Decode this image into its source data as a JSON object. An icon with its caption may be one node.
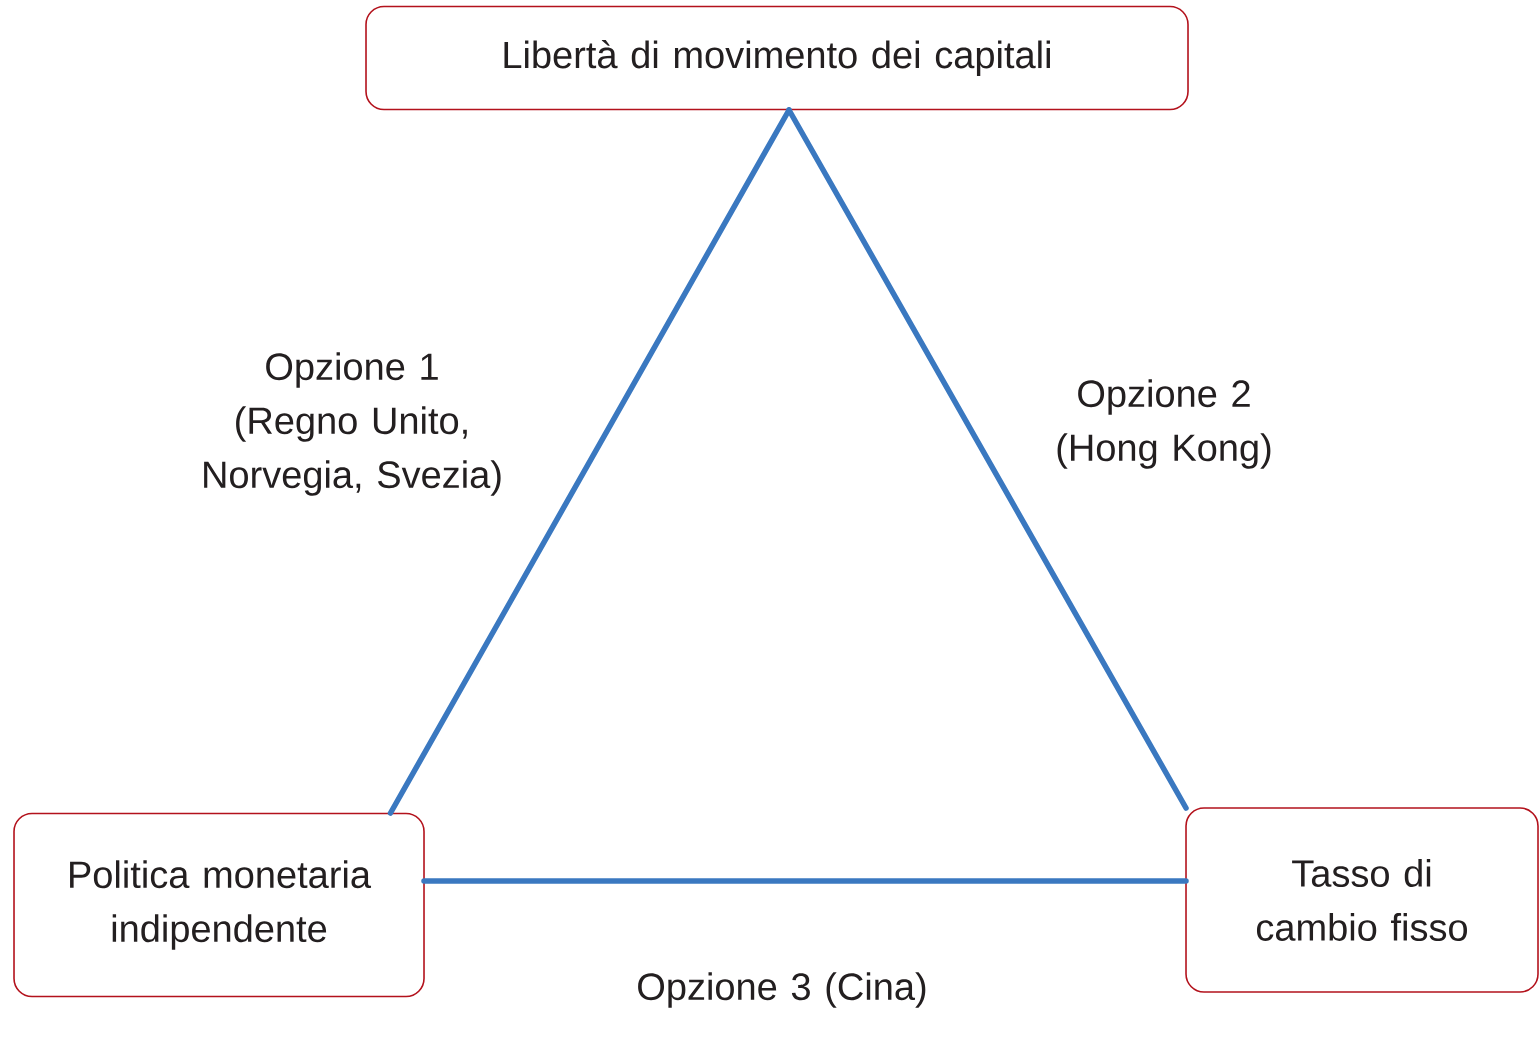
{
  "diagram": {
    "nodes": [
      {
        "text": [
          "Libertà di movimento dei capitali"
        ]
      },
      {
        "text": [
          "Politica monetaria indipendente"
        ]
      },
      {
        "text": [
          "Tasso di cambio fisso"
        ]
      }
    ],
    "edges": [
      {
        "from": 0,
        "to": 1,
        "arrow": "none",
        "label": "Opzione 1 (Regno Unito, Norvegia, Svezia)"
      },
      {
        "from": 0,
        "to": 2,
        "arrow": "none",
        "label": "Opzione 2 (Hong Kong)"
      },
      {
        "from": 1,
        "to": 2,
        "arrow": "none",
        "label": "Opzione 3 (Cina)"
      }
    ]
  }
}
